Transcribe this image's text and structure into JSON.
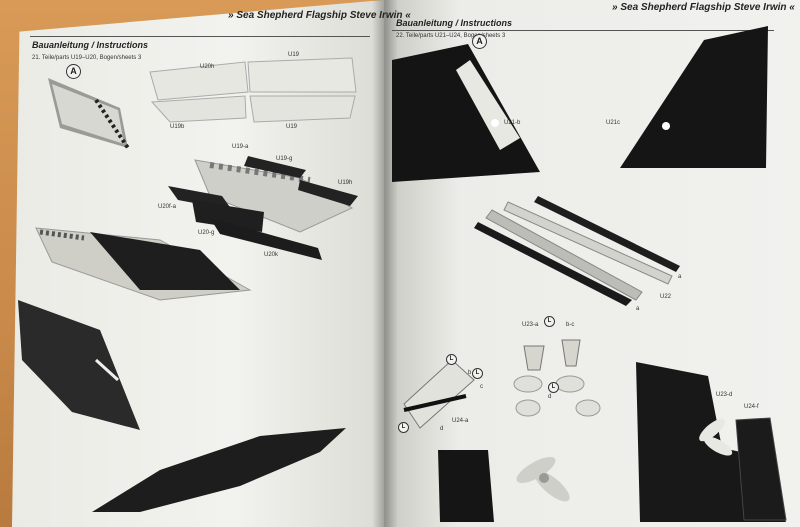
{
  "left_page": {
    "title": "Bauanleitung / Instructions",
    "note": "21. Teile/parts U19–U20, Bogen/sheets 3",
    "step_marker": "A",
    "labels": {
      "u20h": "U20h",
      "u19": "U19",
      "u19b": "U19b",
      "u19_bottom": "U19",
      "u19a": "U19-a",
      "u19g": "U19-g",
      "u19h": "U19h",
      "u20f": "U20f-a",
      "u20g": "U20-g",
      "u20k": "U20k"
    }
  },
  "right_page": {
    "running_title": "» Sea Shepherd Flagship Steve Irwin «",
    "title": "Bauanleitung / Instructions",
    "note": "22. Teile/parts U21–U24, Bogen/sheets 3",
    "step_marker": "A",
    "labels": {
      "u21b": "U21-b",
      "u21c": "U21c",
      "u22": "U22",
      "a1": "a",
      "a2": "a",
      "u23a": "U23-a",
      "bc": "b-c",
      "c1": "c",
      "d1": "d",
      "u24a": "U24-a",
      "d2": "d",
      "b1": "b",
      "u23d": "U23-d",
      "u24f": "U24-f"
    },
    "callouts": [
      "L",
      "L",
      "L",
      "L",
      "L"
    ]
  },
  "left_running_title": "» Sea Shepherd Flagship Steve Irwin «"
}
